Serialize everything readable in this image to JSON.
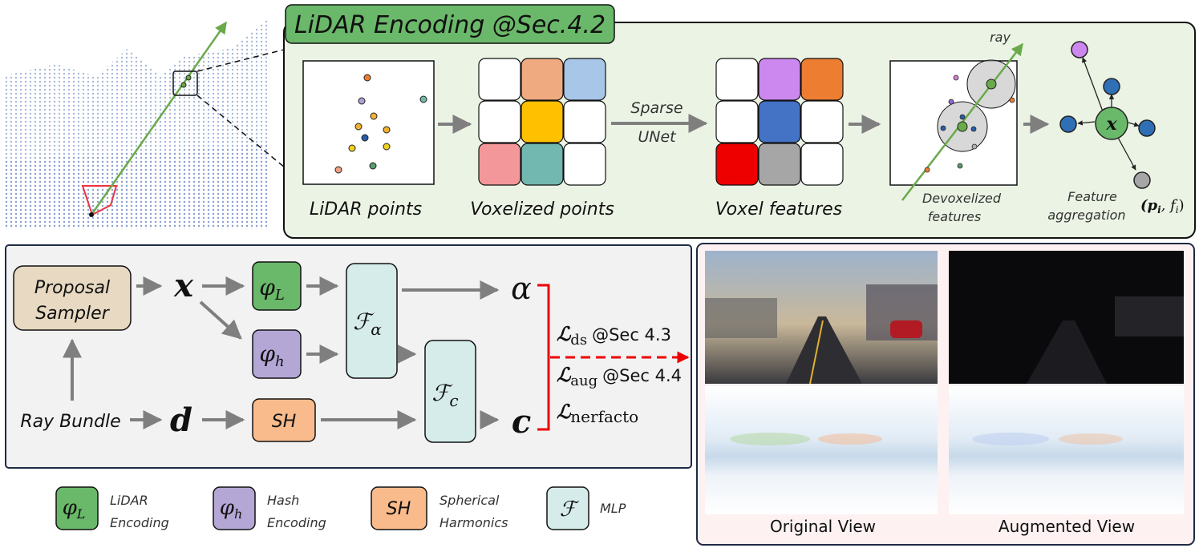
{
  "encoding_panel": {
    "title": "LiDAR Encoding @Sec.4.2",
    "lidar_points": "LiDAR points",
    "voxelized_points": "Voxelized points",
    "sparse": "Sparse",
    "unet": "UNet",
    "voxel_features": "Voxel features",
    "ray": "ray",
    "devox_1": "Devoxelized",
    "devox_2": "features",
    "agg_1": "Feature",
    "agg_2": "aggregation",
    "center_node": "x",
    "p_label": "(p",
    "p_sub": "i",
    "p_mid": ", f",
    "p_sub2": "i",
    "p_end": ")",
    "colors": {
      "panel_bg": "#ebf3e4",
      "title_bg": "#6ab86a",
      "voxel_top_mid": "#f0aa80",
      "voxel_top_right": "#a7c6e8",
      "voxel_center": "#ffc000",
      "voxel_bottom_left": "#f4979a",
      "voxel_bottom_mid": "#72b8b0",
      "feat_top_mid": "#cc88ee",
      "feat_top_right": "#ed7d31",
      "feat_center": "#4472c4",
      "feat_bottom_left": "#ee0000",
      "feat_bottom_mid": "#a6a6a6"
    }
  },
  "pipeline": {
    "proposal_1": "Proposal",
    "proposal_2": "Sampler",
    "ray_bundle": "Ray Bundle",
    "x": "x",
    "d": "d",
    "phi": "φ",
    "phi_L_sub": "L",
    "phi_h_sub": "h",
    "sh": "SH",
    "f": "ℱ",
    "f_alpha_sub": "α",
    "f_c_sub": "c",
    "alpha": "α",
    "c": "c",
    "loss_L": "ℒ",
    "loss_ds_sub": "ds",
    "loss_ds_ref": "@Sec 4.3",
    "loss_aug_sub": "aug",
    "loss_aug_ref": "@Sec 4.4",
    "loss_nerf_sub": "nerfacto"
  },
  "legend": {
    "lidar_1": "LiDAR",
    "lidar_2": "Encoding",
    "hash_1": "Hash",
    "hash_2": "Encoding",
    "sh_1": "Spherical",
    "sh_2": "Harmonics",
    "mlp": "MLP"
  },
  "views": {
    "original": "Original View",
    "augmented": "Augmented View"
  }
}
